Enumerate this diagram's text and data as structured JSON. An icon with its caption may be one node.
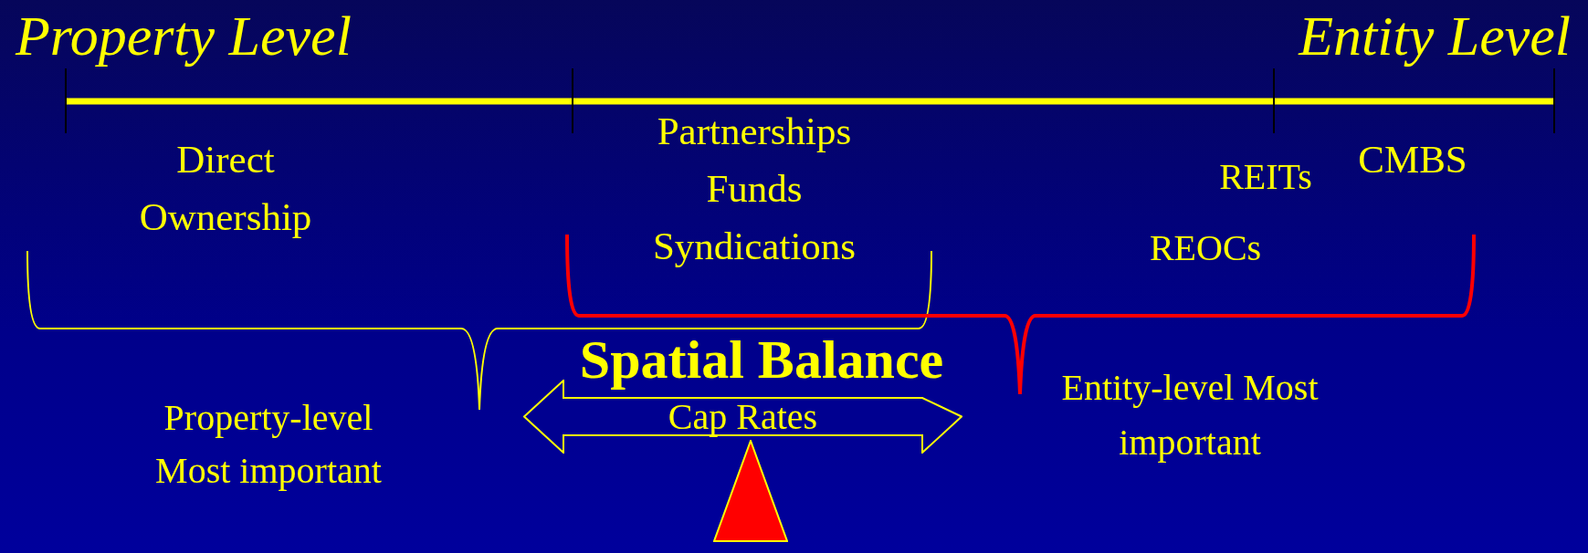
{
  "diagram": {
    "nodes": [
      {
        "text": [
          "Cap Rates"
        ]
      },
      {
        "text": [],
        "shape": "triangle"
      }
    ],
    "labels": [
      "Property Level",
      "Entity Level",
      "Partnerships Funds Syndications",
      "Direct Ownership",
      "CMBS",
      "REITs",
      "REOCs",
      "Spatial Balance",
      "Entity-level Most important",
      "Property-level Most important"
    ]
  }
}
